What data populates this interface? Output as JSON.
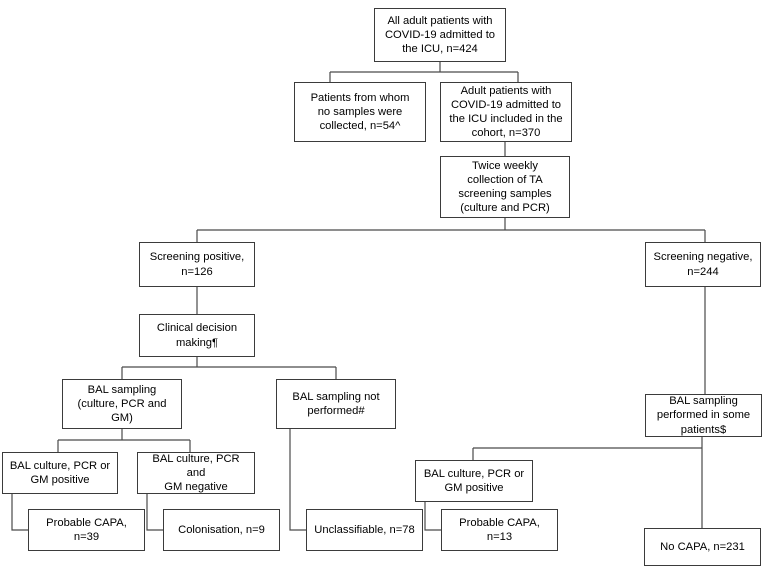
{
  "diagram": {
    "title": "CAPA patient screening flowchart",
    "type": "flowchart",
    "line_color": "#4a4a4a",
    "box_border_color": "#3b3b3b",
    "text_color": "#000000",
    "background": "#ffffff",
    "nodes": {
      "all_admitted": "All adult patients with\nCOVID-19 admitted to\nthe ICU, n=424",
      "no_samples": "Patients from whom\nno samples were\ncollected, n=54^",
      "cohort": "Adult patients with\nCOVID-19 admitted to\nthe ICU included in the\ncohort, n=370",
      "screening_collection": "Twice weekly\ncollection of TA\nscreening samples\n(culture and PCR)",
      "screening_positive": "Screening positive,\nn=126",
      "screening_negative": "Screening negative,\nn=244",
      "clinical_decision": "Clinical decision\nmaking¶",
      "bal_sampling": "BAL sampling\n(culture, PCR and\nGM)",
      "bal_not_performed": "BAL sampling not\nperformed#",
      "bal_some_patients": "BAL sampling\nperformed in some\npatients$",
      "bal_pos_left": "BAL culture, PCR or\nGM positive",
      "bal_neg_left": "BAL culture, PCR and\nGM negative",
      "bal_pos_right": "BAL culture, PCR or\nGM positive",
      "probable_capa_39": "Probable CAPA, n=39",
      "colonisation_9": "Colonisation, n=9",
      "unclassifiable_78": "Unclassifiable, n=78",
      "probable_capa_13": "Probable CAPA, n=13",
      "no_capa_231": "No CAPA, n=231"
    },
    "footnote_markers": {
      "no_samples": "^",
      "clinical_decision": "¶",
      "bal_not_performed": "#",
      "bal_some_patients": "$"
    },
    "counts": {
      "total_admitted": 424,
      "no_samples": 54,
      "cohort": 370,
      "screening_positive": 126,
      "screening_negative": 244,
      "probable_capa_screened_positive": 39,
      "colonisation": 9,
      "unclassifiable": 78,
      "probable_capa_screened_negative": 13,
      "no_capa": 231
    }
  }
}
